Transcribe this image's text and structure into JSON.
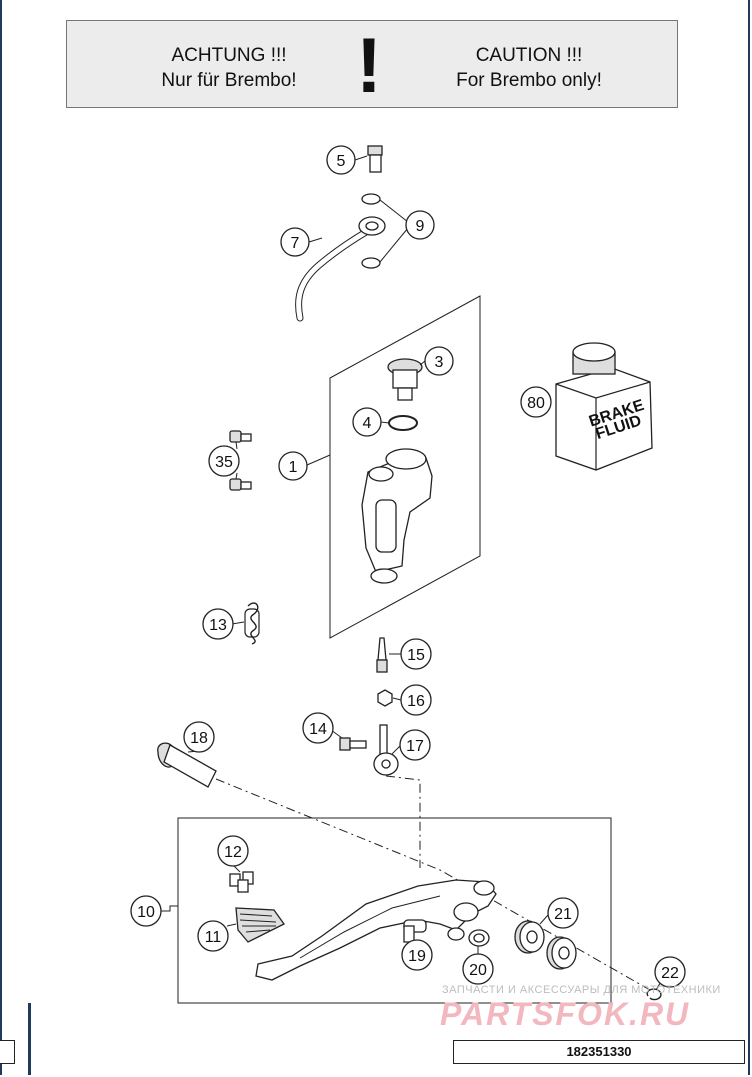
{
  "caution": {
    "german_line1": "ACHTUNG !!!",
    "german_line2": "Nur für Brembo!",
    "symbol": "!",
    "english_line1": "CAUTION !!!",
    "english_line2": "For Brembo only!"
  },
  "callouts": [
    "5",
    "9",
    "7",
    "3",
    "4",
    "80",
    "1",
    "35",
    "13",
    "15",
    "16",
    "14",
    "17",
    "18",
    "12",
    "10",
    "11",
    "21",
    "19",
    "20",
    "22"
  ],
  "fluid_label": {
    "line1": "BRAKE",
    "line2": "FLUID"
  },
  "watermark": {
    "subtitle": "ЗАПЧАСТИ И АКСЕССУАРЫ ДЛЯ МОТОТЕХНИКИ",
    "logo": "PARTSFOK.RU"
  },
  "part_number": "182351330",
  "colors": {
    "frame": "#1f3a5a",
    "caution_bg": "#ececec",
    "watermark_logo": "#f2b7bf"
  }
}
